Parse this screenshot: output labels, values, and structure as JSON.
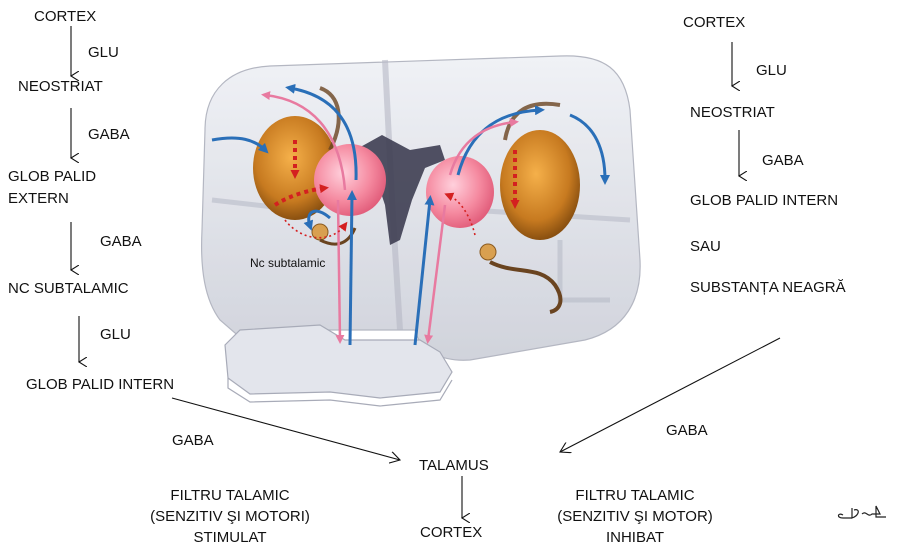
{
  "left_path": {
    "cortex": "CORTEX",
    "glu_1": "GLU",
    "neostriat": "NEOSTRIAT",
    "gaba_1": "GABA",
    "glob_palid_extern_1": "GLOB PALID",
    "glob_palid_extern_2": "EXTERN",
    "gaba_2": "GABA",
    "nc_subtalamic": "NC SUBTALAMIC",
    "glu_2": "GLU",
    "glob_palid_intern": "GLOB PALID INTERN",
    "gaba_3": "GABA"
  },
  "right_path": {
    "cortex": "CORTEX",
    "glu": "GLU",
    "neostriat": "NEOSTRIAT",
    "gaba_1": "GABA",
    "glob_palid_intern": "GLOB PALID INTERN",
    "sau": "SAU",
    "substanta_neagra": "SUBSTANȚA NEAGRĂ",
    "gaba_2": "GABA"
  },
  "center": {
    "talamus": "TALAMUS",
    "cortex": "CORTEX",
    "nc_subtalamic_label": "Nc subtalamic"
  },
  "filters": {
    "left_1": "FILTRU TALAMIC",
    "left_2": "(SENZITIV ŞI MOTORI)",
    "left_3": "STIMULAT",
    "right_1": "FILTRU TALAMIC",
    "right_2": "(SENZITIV ŞI MOTOR)",
    "right_3": "INHIBAT"
  },
  "colors": {
    "blue_pathway": "#2a6fb8",
    "pink_pathway": "#e87aa0",
    "red_dotted": "#d42020",
    "striatum_orange": "#d9882a",
    "globus_pink": "#f58aa0",
    "ventricle": "#3e3e52",
    "brain_shell": "#d9dbe3"
  }
}
